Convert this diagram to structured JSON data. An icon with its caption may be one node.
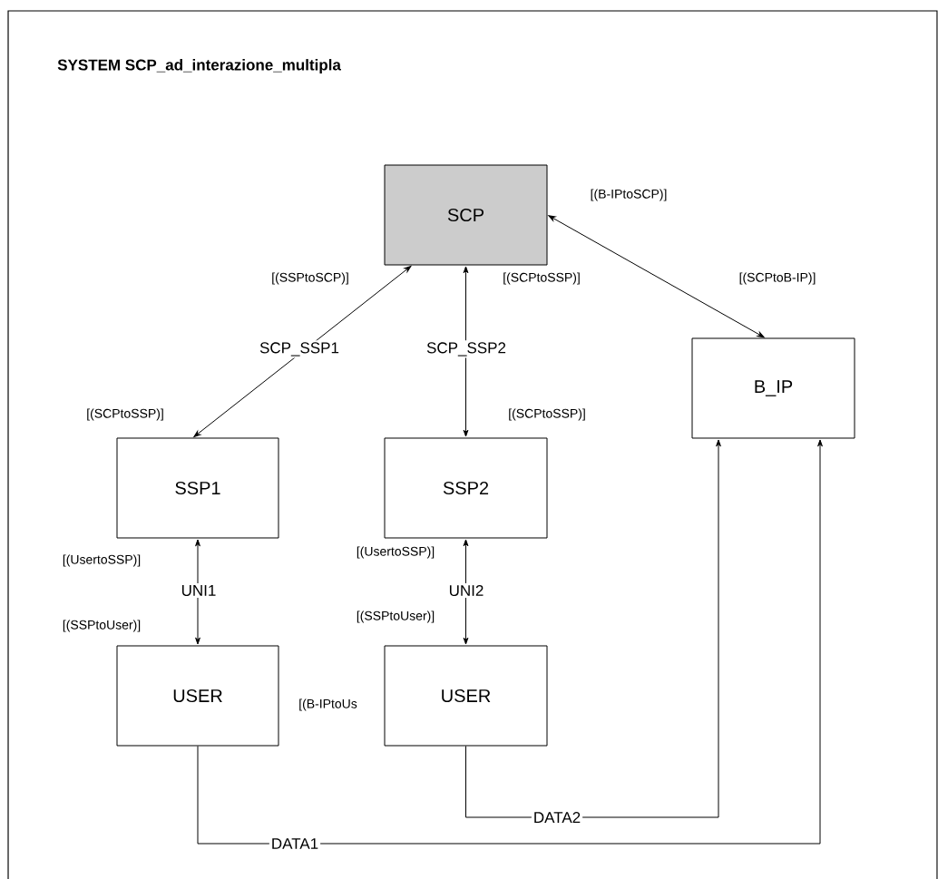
{
  "diagram": {
    "title": "SYSTEM SCP_ad_interazione_multipla",
    "nodes": [
      {
        "text": [
          "SCP"
        ]
      },
      {
        "text": [
          "B_IP"
        ]
      },
      {
        "text": [
          "SSP1"
        ]
      },
      {
        "text": [
          "SSP2"
        ]
      },
      {
        "text": [
          "USER"
        ]
      },
      {
        "text": [
          "USER"
        ]
      }
    ],
    "edges": [
      {
        "from": 0,
        "to": 2,
        "arrow": "both",
        "label": "SCP_SSP1"
      },
      {
        "from": 0,
        "to": 3,
        "arrow": "both",
        "label": "SCP_SSP2"
      },
      {
        "from": 0,
        "to": 1,
        "arrow": "both"
      },
      {
        "from": 2,
        "to": 4,
        "arrow": "both",
        "label": "UNI1"
      },
      {
        "from": 3,
        "to": 5,
        "arrow": "both",
        "label": "UNI2"
      },
      {
        "from": 4,
        "to": 1,
        "arrow": "to",
        "label": "DATA1"
      },
      {
        "from": 5,
        "to": 1,
        "arrow": "to",
        "label": "DATA2"
      }
    ],
    "labels": [
      "[(B-IPtoSCP)]",
      "[(SSPtoSCP)]",
      "[(SCPtoSSP)]",
      "[(SCPtoB-IP)]",
      "[(SCPtoSSP)]",
      "[(SCPtoSSP)]",
      "[(UsertoSSP)]",
      "[(UsertoSSP)]",
      "[(SSPtoUser)]",
      "[(SSPtoUser)]",
      "[(B-IPtoUs"
    ]
  }
}
